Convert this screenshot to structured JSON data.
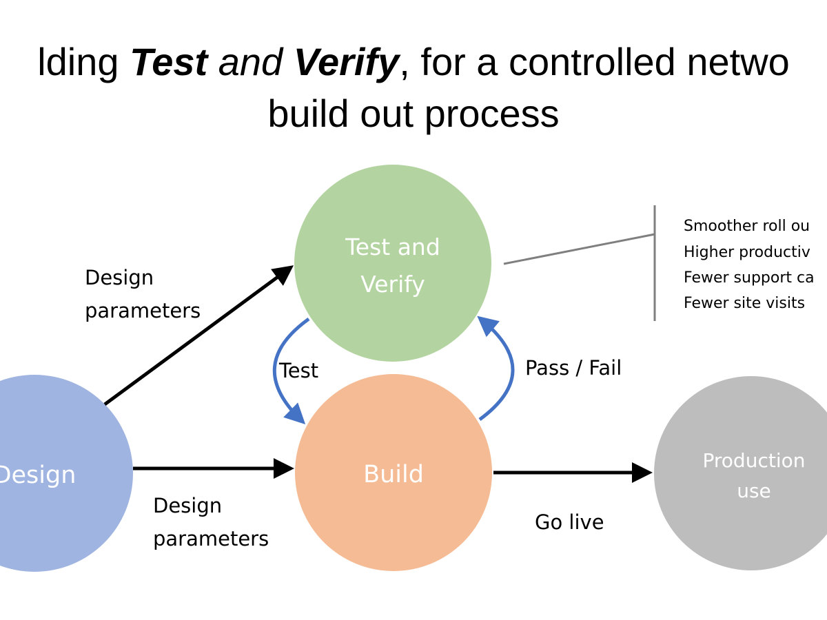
{
  "title": {
    "line1_prefix": "lding ",
    "line1_bold_1": "Test",
    "line1_italic": " and ",
    "line1_bold_2": "Verify",
    "line1_suffix": ", for a controlled netwo",
    "line2": "build out process"
  },
  "nodes": {
    "test_verify_line1": "Test and",
    "test_verify_line2": "Verify",
    "build": "Build",
    "design": "Design",
    "production_line1": "Production",
    "production_line2": "use"
  },
  "edges": {
    "design_to_test_line1": "Design",
    "design_to_test_line2": "parameters",
    "design_to_build_line1": "Design",
    "design_to_build_line2": "parameters",
    "test_loop": "Test",
    "pass_fail": "Pass / Fail",
    "go_live": "Go live"
  },
  "benefits": [
    "Smoother roll ou",
    "Higher productiv",
    "Fewer support ca",
    "Fewer site visits"
  ],
  "colors": {
    "test_verify": "#b3d4a0",
    "build": "#f5bb94",
    "design": "#9fb4e0",
    "production": "#bdbdbd",
    "loop_arrow": "#4472c4",
    "arrow": "#000000"
  }
}
